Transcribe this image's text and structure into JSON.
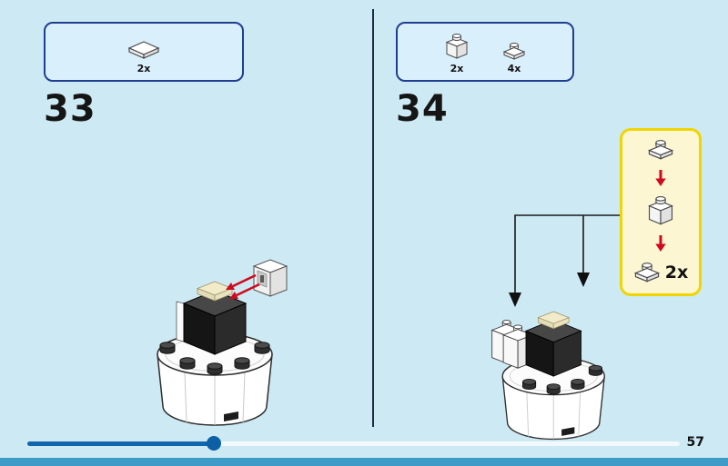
{
  "theme": {
    "background": "#cde9f4",
    "parts_box_fill": "#d9effc",
    "parts_box_border": "#1e3f8f",
    "callout_fill": "#fcf6d2",
    "callout_border": "#f0d500",
    "arrow_red": "#cf0a1e",
    "arrow_black": "#101010",
    "progress_blue": "#1065ad",
    "footer_strip": "#3e9ac6"
  },
  "steps": {
    "left": {
      "number": "33",
      "parts": [
        {
          "icon": "tile-2x2-white",
          "count": "2x"
        }
      ]
    },
    "right": {
      "number": "34",
      "parts": [
        {
          "icon": "brick-1x1-white",
          "count": "2x"
        },
        {
          "icon": "plate-1x1-white",
          "count": "4x"
        }
      ],
      "callout": {
        "count": "2x",
        "sequence": [
          "plate-1x1-white",
          "brick-1x1-white",
          "plate-1x1-white"
        ]
      }
    }
  },
  "footer": {
    "page_number": "57",
    "progress_percent": 29
  }
}
